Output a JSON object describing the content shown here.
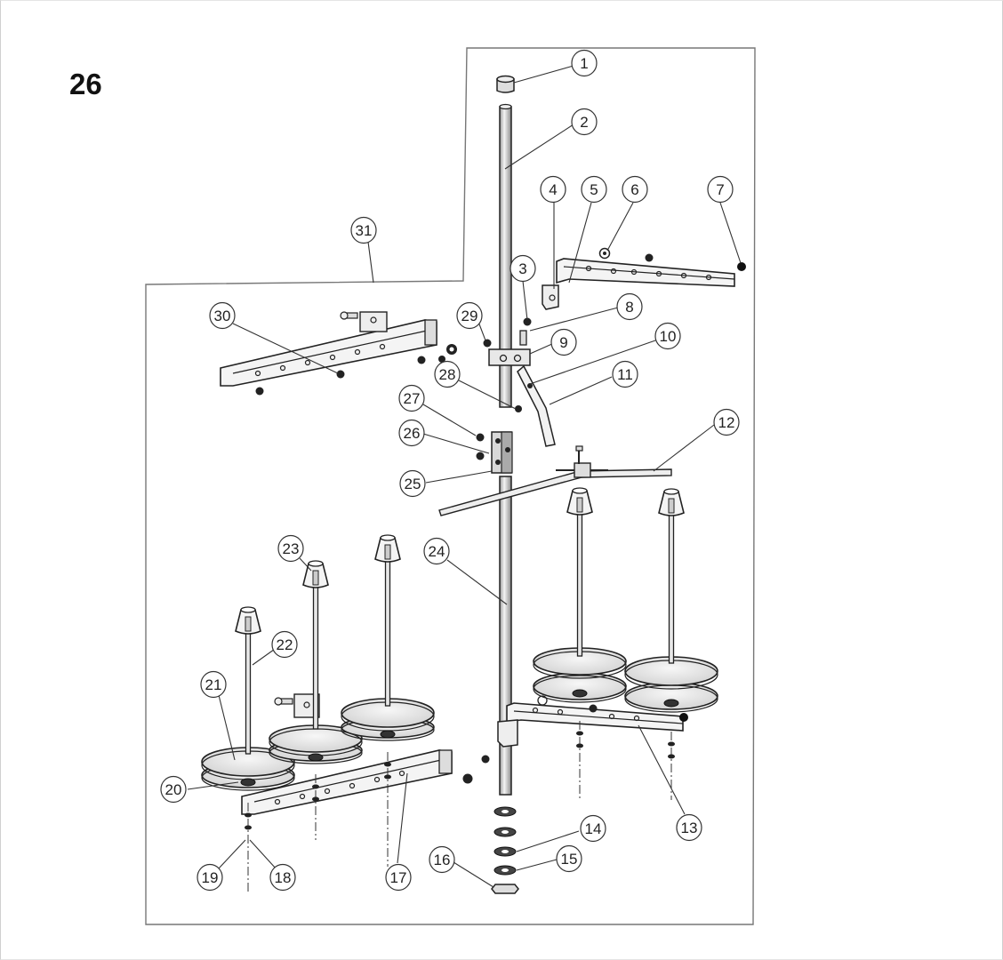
{
  "page": {
    "number": "26"
  },
  "callouts": [
    "1",
    "2",
    "3",
    "4",
    "5",
    "6",
    "7",
    "8",
    "9",
    "10",
    "11",
    "12",
    "13",
    "14",
    "15",
    "16",
    "17",
    "18",
    "19",
    "20",
    "21",
    "22",
    "23",
    "24",
    "25",
    "26",
    "27",
    "28",
    "29",
    "30",
    "31"
  ]
}
